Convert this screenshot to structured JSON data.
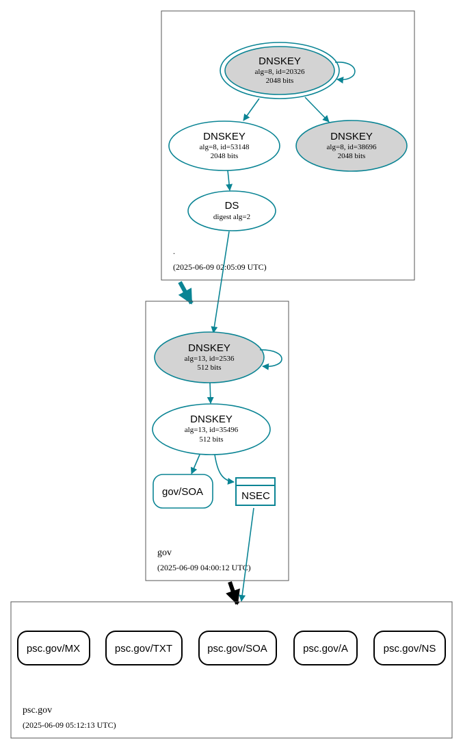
{
  "colors": {
    "edge": "#0a8494",
    "filled": "#d3d3d3",
    "black": "#000000"
  },
  "root_zone": {
    "name": ".",
    "timestamp": "(2025-06-09 02:05:09 UTC)",
    "ksk": {
      "type": "DNSKEY",
      "detail": "alg=8, id=20326",
      "size": "2048 bits"
    },
    "zsk": {
      "type": "DNSKEY",
      "detail": "alg=8, id=53148",
      "size": "2048 bits"
    },
    "key3": {
      "type": "DNSKEY",
      "detail": "alg=8, id=38696",
      "size": "2048 bits"
    },
    "ds": {
      "type": "DS",
      "detail": "digest alg=2"
    }
  },
  "gov_zone": {
    "name": "gov",
    "timestamp": "(2025-06-09 04:00:12 UTC)",
    "ksk": {
      "type": "DNSKEY",
      "detail": "alg=13, id=2536",
      "size": "512 bits"
    },
    "zsk": {
      "type": "DNSKEY",
      "detail": "alg=13, id=35496",
      "size": "512 bits"
    },
    "soa": "gov/SOA",
    "nsec": "NSEC"
  },
  "psc_zone": {
    "name": "psc.gov",
    "timestamp": "(2025-06-09 05:12:13 UTC)",
    "records": [
      "psc.gov/MX",
      "psc.gov/TXT",
      "psc.gov/SOA",
      "psc.gov/A",
      "psc.gov/NS"
    ]
  }
}
